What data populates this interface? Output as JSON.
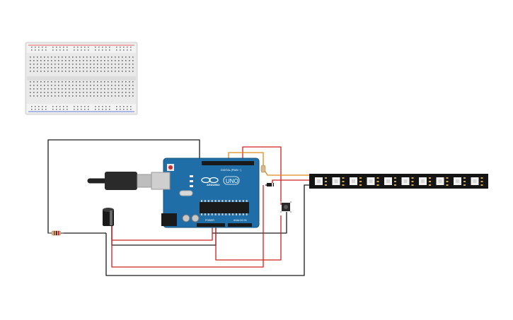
{
  "arduino": {
    "brand": "ARDUINO",
    "model": "UNO",
    "header_digital": "DIGITAL (PWM ~)",
    "header_power": "POWER",
    "header_analog": "ANALOG IN",
    "board_color": "#1f6ea8",
    "logo_color": "#ffffff"
  },
  "colors": {
    "wire_black": "#1a1a1a",
    "wire_red": "#d02020",
    "wire_orange": "#e08a1a",
    "strip_body": "#141414",
    "breadboard_rail_red": "#d93030",
    "breadboard_rail_blue": "#3050c8"
  },
  "icons": {
    "usb_cable": "usb-cable-icon",
    "capacitor": "capacitor-icon",
    "resistor": "resistor-icon",
    "pushbutton": "pushbutton-icon",
    "led_strip": "led-strip-icon",
    "breadboard": "breadboard-icon"
  },
  "led_strip": {
    "pixel_count": 10
  }
}
